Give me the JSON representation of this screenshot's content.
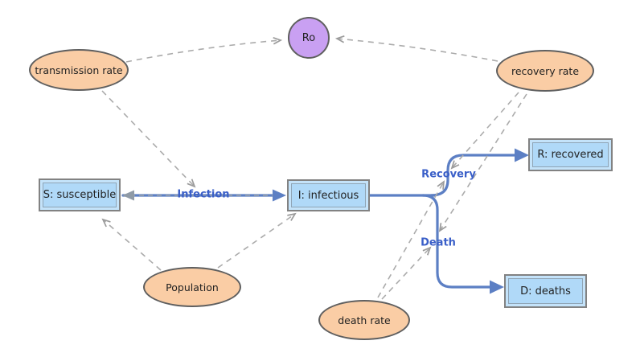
{
  "diagram": {
    "type": "stock-and-flow-model",
    "subject": "SIR epidemic model",
    "nodes": [
      {
        "id": "transmission_rate",
        "label": "transmission rate",
        "kind": "variable-ellipse"
      },
      {
        "id": "ro",
        "label": "Ro",
        "kind": "variable-circle"
      },
      {
        "id": "recovery_rate",
        "label": "recovery rate",
        "kind": "variable-ellipse"
      },
      {
        "id": "s",
        "label": "S: susceptible",
        "kind": "stock"
      },
      {
        "id": "i",
        "label": "I: infectious",
        "kind": "stock"
      },
      {
        "id": "r",
        "label": "R: recovered",
        "kind": "stock"
      },
      {
        "id": "population",
        "label": "Population",
        "kind": "variable-ellipse"
      },
      {
        "id": "death_rate",
        "label": "death rate",
        "kind": "variable-ellipse"
      },
      {
        "id": "d",
        "label": "D: deaths",
        "kind": "stock"
      }
    ],
    "flows": [
      {
        "id": "infection",
        "label": "Infection",
        "from": "S: susceptible",
        "to": "I: infectious",
        "bidirectional": true
      },
      {
        "id": "recovery",
        "label": "Recovery",
        "from": "I: infectious",
        "to": "R: recovered",
        "bidirectional": false
      },
      {
        "id": "death",
        "label": "Death",
        "from": "I: infectious",
        "to": "D: deaths",
        "bidirectional": false
      }
    ],
    "links": [
      {
        "from": "transmission rate",
        "to": "Ro"
      },
      {
        "from": "recovery rate",
        "to": "Ro"
      },
      {
        "from": "transmission rate",
        "to": "Infection"
      },
      {
        "from": "Population",
        "to": "S: susceptible"
      },
      {
        "from": "Population",
        "to": "I: infectious"
      },
      {
        "from": "recovery rate",
        "to": "Recovery"
      },
      {
        "from": "recovery rate",
        "to": "Death"
      },
      {
        "from": "death rate",
        "to": "Recovery"
      },
      {
        "from": "death rate",
        "to": "Death"
      }
    ],
    "colors": {
      "variable_fill": "#FACDA5",
      "ro_fill": "#C9A0F2",
      "stock_fill": "#B0D9F8",
      "flow_line": "#5C7FC4",
      "flow_label_text": "#3A5FC8",
      "link_line": "#ABABAB",
      "node_border": "#5f5f5f",
      "background": "#ffffff"
    }
  }
}
